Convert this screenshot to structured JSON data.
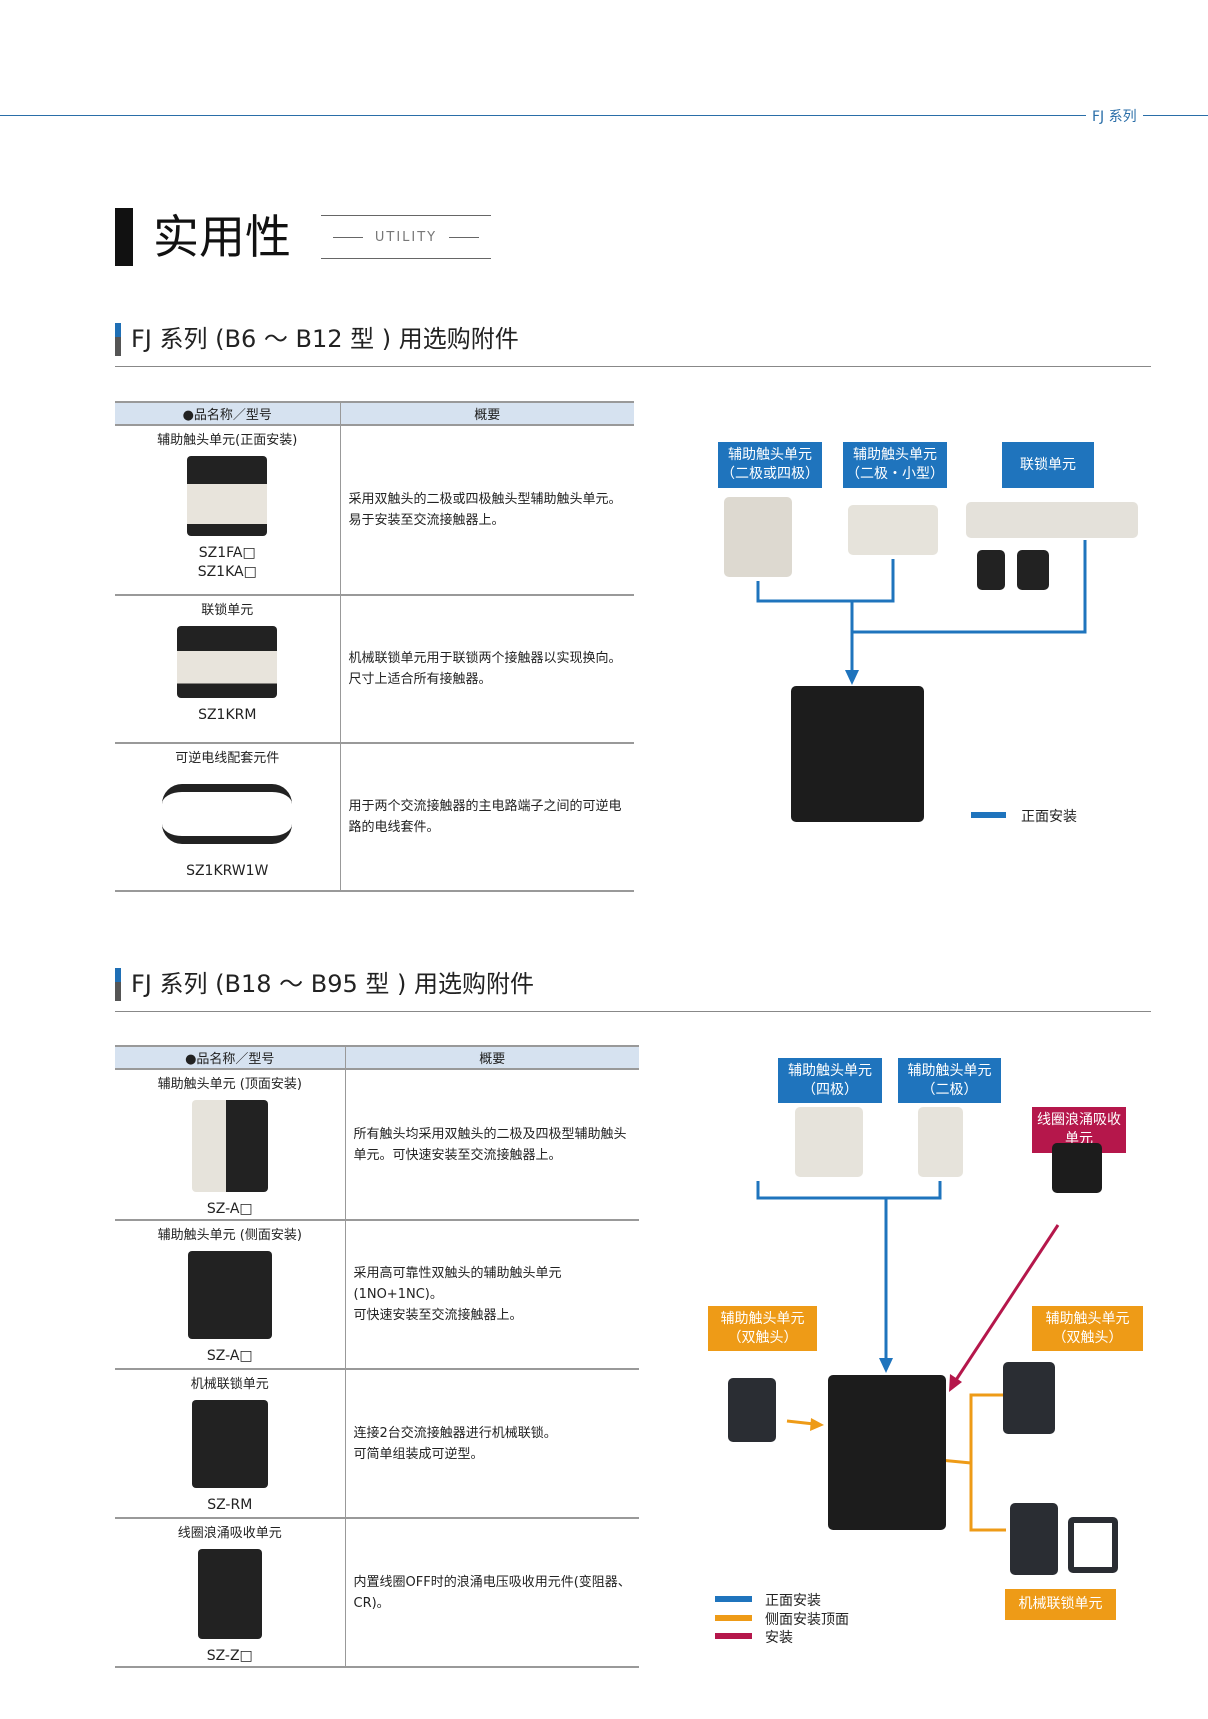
{
  "header": {
    "series": "FJ 系列"
  },
  "title": {
    "main": "实用性",
    "sub": "UTILITY"
  },
  "section1": {
    "heading": "FJ 系列 (B6 ～ B12 型 ) 用选购附件",
    "table": {
      "headers": [
        "●品名称／型号",
        "概要"
      ],
      "rows": [
        {
          "name": "辅助触头单元(正面安装)",
          "models": [
            "SZ1FA□",
            "SZ1KA□"
          ],
          "desc": [
            "采用双触头的二极或四极触头型辅助触头单元。",
            "易于安装至交流接触器上。"
          ]
        },
        {
          "name": "联锁单元",
          "models": [
            "SZ1KRM"
          ],
          "desc": [
            "机械联锁单元用于联锁两个接触器以实现换向。",
            "尺寸上适合所有接触器。"
          ]
        },
        {
          "name": "可逆电线配套元件",
          "models": [
            "SZ1KRW1W"
          ],
          "desc": [
            "用于两个交流接触器的主电路端子之间的可逆电路的电线套件。"
          ]
        }
      ]
    },
    "diagram": {
      "labels": [
        "辅助触头单元",
        "（二极或四极）",
        "辅助触头单元",
        "（二极・小型）",
        "联锁单元"
      ],
      "legend": "正面安装",
      "color": "#1f74bd"
    }
  },
  "section2": {
    "heading": "FJ 系列 (B18 ～ B95 型 ) 用选购附件",
    "table": {
      "headers": [
        "●品名称／型号",
        "概要"
      ],
      "rows": [
        {
          "name": "辅助触头单元 (顶面安装)",
          "models": [
            "SZ-A□"
          ],
          "desc": [
            "所有触头均采用双触头的二极及四极型辅助触头单元。可快速安装至交流接触器上。"
          ]
        },
        {
          "name": "辅助触头单元 (侧面安装)",
          "models": [
            "SZ-A□"
          ],
          "desc": [
            "采用高可靠性双触头的辅助触头单元",
            "(1NO+1NC)。",
            "可快速安装至交流接触器上。"
          ]
        },
        {
          "name": "机械联锁单元",
          "models": [
            "SZ-RM"
          ],
          "desc": [
            "连接2台交流接触器进行机械联锁。",
            "可简单组装成可逆型。"
          ]
        },
        {
          "name": "线圈浪涌吸收单元",
          "models": [
            "SZ-Z□"
          ],
          "desc": [
            "内置线圈OFF时的浪涌电压吸收用元件(变阻器、CR)。"
          ]
        }
      ]
    },
    "diagram": {
      "labels": {
        "top4": [
          "辅助触头单元",
          "（四极）"
        ],
        "top2": [
          "辅助触头单元",
          "（二极）"
        ],
        "surge": [
          "线圈浪涌吸收",
          "单元"
        ],
        "left": [
          "辅助触头单元",
          "（双触头）"
        ],
        "right": [
          "辅助触头单元",
          "（双触头）"
        ],
        "interlock": "机械联锁单元"
      },
      "legend": [
        "正面安装",
        "侧面安装顶面",
        "安装"
      ],
      "colors": [
        "#1f74bd",
        "#ee9b17",
        "#b5174b"
      ]
    }
  }
}
